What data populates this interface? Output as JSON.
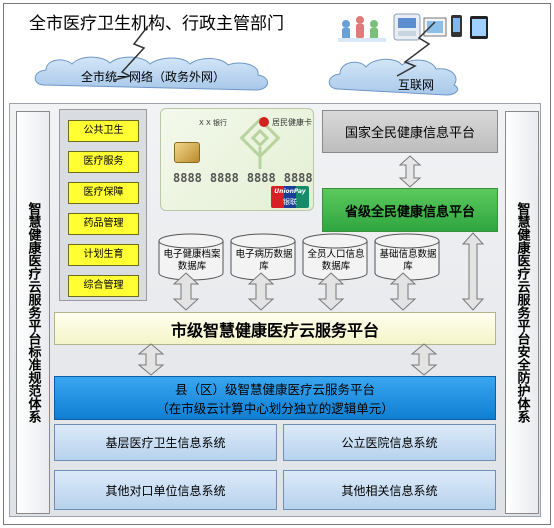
{
  "title": "全市医疗卫生机构、行政主管部门",
  "clouds": {
    "left": "全市统一网络（政务外网）",
    "right": "互联网"
  },
  "sidebars": {
    "left": "智慧健康医疗云服务平台标准规范体系",
    "right": "智慧健康医疗云服务平台安全防护体系"
  },
  "menu_items": [
    "公共卫生",
    "医疗服务",
    "医疗保障",
    "药品管理",
    "计划生育",
    "综合管理"
  ],
  "card": {
    "bank": "X X 银行",
    "name": "居民健康卡",
    "number": [
      "8888",
      "8888",
      "8888",
      "8888"
    ],
    "unionpay": "UnionPay",
    "unionpay_cn": "银联"
  },
  "national_platform": "国家全民健康信息平台",
  "provincial_platform": "省级全民健康信息平台",
  "databases": [
    "电子健康档案数据库",
    "电子病历数据库",
    "全员人口信息数据库",
    "基础信息数据库"
  ],
  "city_platform": "市级智慧健康医疗云服务平台",
  "county_platform": {
    "line1": "县（区）级智慧健康医疗云服务平台",
    "line2": "（在市级云计算中心划分独立的逻辑单元）"
  },
  "systems": [
    "基层医疗卫生信息系统",
    "公立医院信息系统",
    "其他对口单位信息系统",
    "其他相关信息系统"
  ],
  "colors": {
    "menu_yellow": "#ffff33",
    "city_bar": "#fcfcd2",
    "county_bar": "#1e90e0",
    "provincial_green": "#3bb54a",
    "national_gray": "#c8c8c8"
  }
}
